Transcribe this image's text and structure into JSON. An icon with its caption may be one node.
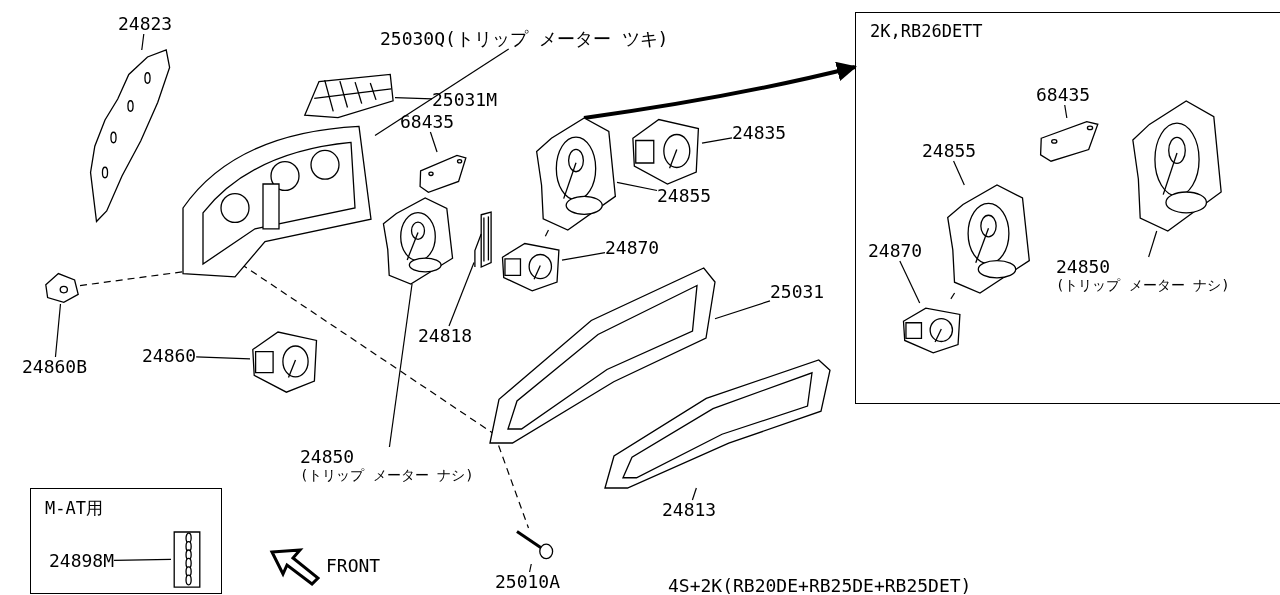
{
  "diagram": {
    "nodes": [
      {
        "text": [
          "24823"
        ]
      },
      {
        "text": [],
        "shape": "picture"
      },
      {
        "text": [
          "25030Q(トリップ メーター ツキ)"
        ]
      },
      {
        "text": [],
        "shape": "picture"
      },
      {
        "text": [
          "25031M"
        ]
      },
      {
        "text": [],
        "shape": "picture"
      },
      {
        "text": [
          "68435"
        ]
      },
      {
        "text": [],
        "shape": "picture"
      },
      {
        "text": [],
        "shape": "picture"
      },
      {
        "text": [
          "24835"
        ]
      },
      {
        "text": [],
        "shape": "picture"
      },
      {
        "text": [
          "24855"
        ]
      },
      {
        "text": [],
        "shape": "picture"
      },
      {
        "text": [
          "24870"
        ]
      },
      {
        "text": [],
        "shape": "picture"
      },
      {
        "text": [
          "24818"
        ]
      },
      {
        "text": [
          "25031"
        ]
      },
      {
        "text": [],
        "shape": "picture"
      },
      {
        "text": [],
        "shape": "picture"
      },
      {
        "text": [
          "24860B"
        ]
      },
      {
        "text": [
          "24860"
        ]
      },
      {
        "text": [],
        "shape": "picture"
      },
      {
        "text": [],
        "shape": "picture"
      },
      {
        "text": [
          "24850",
          "(トリップ メーター ナシ)"
        ]
      },
      {
        "text": [],
        "shape": "picture"
      },
      {
        "text": [
          "24813"
        ]
      },
      {
        "text": [],
        "shape": "picture"
      },
      {
        "text": [
          "25010A"
        ]
      },
      {
        "text": [
          "M-AT用"
        ]
      },
      {
        "text": [
          "24898M"
        ],
        "in": 28
      },
      {
        "text": [],
        "shape": "picture",
        "in": 28
      },
      {
        "text": [
          "2K,RB26DETT"
        ]
      },
      {
        "text": [
          "68435"
        ],
        "in": 31
      },
      {
        "text": [],
        "shape": "picture",
        "in": 31
      },
      {
        "text": [
          "24855"
        ],
        "in": 31
      },
      {
        "text": [],
        "shape": "picture",
        "in": 31
      },
      {
        "text": [
          "24870"
        ],
        "in": 31
      },
      {
        "text": [],
        "shape": "picture",
        "in": 31
      },
      {
        "text": [],
        "shape": "picture",
        "in": 31
      },
      {
        "text": [
          "24850",
          "(トリップ メーター ナシ)"
        ],
        "in": 31
      }
    ],
    "edges": [
      {
        "from": 0,
        "to": 1,
        "arrow": "none"
      },
      {
        "from": 2,
        "to": 3,
        "arrow": "none"
      },
      {
        "from": 4,
        "to": 5,
        "arrow": "none"
      },
      {
        "from": 6,
        "to": 7,
        "arrow": "none"
      },
      {
        "from": 9,
        "to": 10,
        "arrow": "none"
      },
      {
        "from": 11,
        "to": 8,
        "arrow": "none"
      },
      {
        "from": 13,
        "to": 12,
        "arrow": "none"
      },
      {
        "from": 15,
        "to": 14,
        "arrow": "none"
      },
      {
        "from": 16,
        "to": 17,
        "arrow": "none"
      },
      {
        "from": 19,
        "to": 18,
        "arrow": "none"
      },
      {
        "from": 20,
        "to": 21,
        "arrow": "none"
      },
      {
        "from": 23,
        "to": 22,
        "arrow": "none"
      },
      {
        "from": 25,
        "to": 24,
        "arrow": "none"
      },
      {
        "from": 27,
        "to": 26,
        "arrow": "none"
      },
      {
        "from": 29,
        "to": 30,
        "arrow": "none"
      },
      {
        "from": 32,
        "to": 33,
        "arrow": "none"
      },
      {
        "from": 34,
        "to": 35,
        "arrow": "none"
      },
      {
        "from": 36,
        "to": 37,
        "arrow": "none"
      },
      {
        "from": 39,
        "to": 38,
        "arrow": "none"
      },
      {
        "from": 18,
        "to": 3,
        "arrow": "none",
        "style": "dashed"
      },
      {
        "from": 3,
        "to": 17,
        "arrow": "none",
        "style": "dashed"
      },
      {
        "from": 8,
        "to": 12,
        "arrow": "none",
        "style": "dashed"
      },
      {
        "from": 17,
        "to": 26,
        "arrow": "none",
        "style": "dashed"
      },
      {
        "from": 35,
        "to": 37,
        "arrow": "none",
        "style": "dashed"
      },
      {
        "from": 8,
        "to": 31,
        "arrow": "to",
        "style": "thick"
      }
    ],
    "labels": [
      "FRONT",
      "4S+2K(RB20DE+RB25DE+RB25DET)"
    ]
  }
}
